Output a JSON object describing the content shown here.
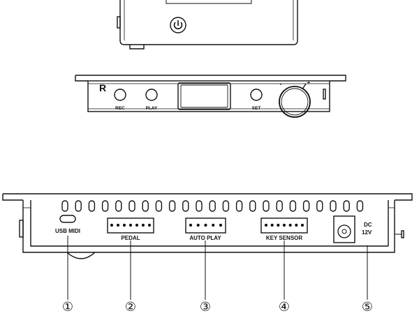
{
  "front_panel": {
    "logo": "R",
    "buttons": [
      {
        "label": "REC"
      },
      {
        "label": "PLAY"
      },
      {
        "label": "SET"
      }
    ],
    "knob": {
      "minus": "-",
      "plus": "+"
    }
  },
  "back_panel": {
    "ports": [
      {
        "label": "USB MIDI",
        "callout": "①"
      },
      {
        "label": "PEDAL",
        "callout": "②"
      },
      {
        "label": "AUTO PLAY",
        "callout": "③"
      },
      {
        "label": "KEY SENSOR",
        "callout": "④"
      },
      {
        "label_line1": "DC",
        "label_line2": "12V",
        "callout": "⑤"
      }
    ]
  }
}
